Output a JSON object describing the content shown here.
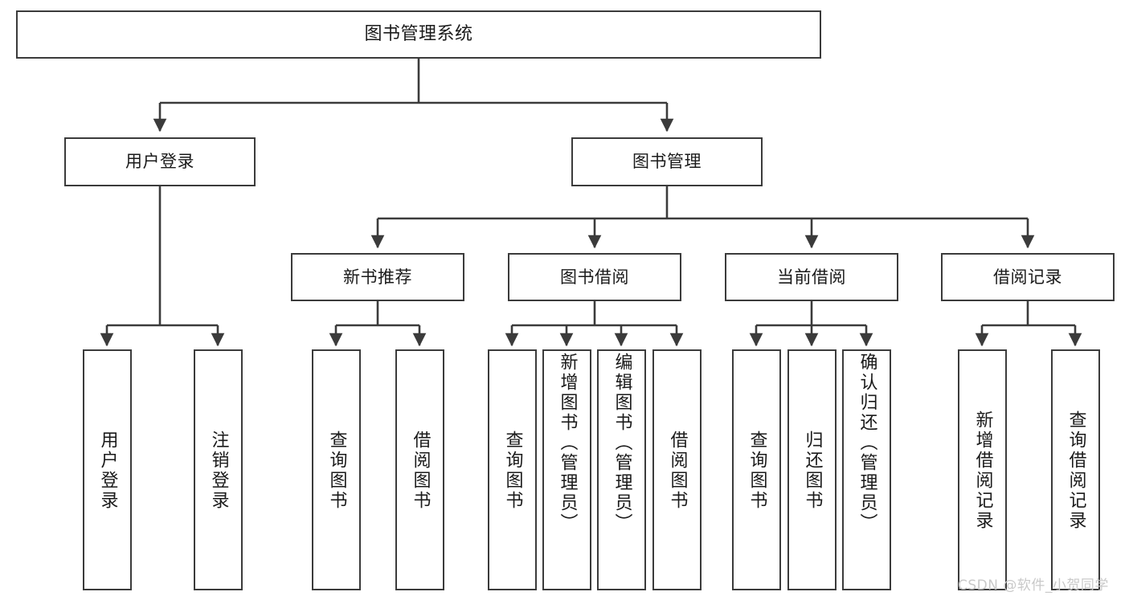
{
  "diagram": {
    "title": "图书管理系统",
    "type": "tree",
    "watermark": "CSDN @软件_小贺同学",
    "colors": {
      "box_border": "#3b3b3b",
      "box_fill": "#ffffff",
      "edge": "#3b3b3b",
      "text": "#1a1a1a",
      "watermark": "#c9c9c9",
      "background": "#ffffff"
    },
    "nodes": {
      "root": {
        "label": "图书管理系统"
      },
      "level1": [
        {
          "id": "user-login",
          "label": "用户登录"
        },
        {
          "id": "book-manage",
          "label": "图书管理"
        }
      ],
      "level2": [
        {
          "id": "new-book-rec",
          "label": "新书推荐"
        },
        {
          "id": "book-borrow",
          "label": "图书借阅"
        },
        {
          "id": "current-borrow",
          "label": "当前借阅"
        },
        {
          "id": "borrow-record",
          "label": "借阅记录"
        }
      ],
      "leaves": {
        "user-login": [
          {
            "id": "leaf-user-login",
            "label": "用户登录"
          },
          {
            "id": "leaf-user-logout",
            "label": "注销登录"
          }
        ],
        "new-book-rec": [
          {
            "id": "leaf-query-book-1",
            "label": "查询图书"
          },
          {
            "id": "leaf-borrow-book-1",
            "label": "借阅图书"
          }
        ],
        "book-borrow": [
          {
            "id": "leaf-query-book-2",
            "label": "查询图书"
          },
          {
            "id": "leaf-add-book",
            "label": "新增图书（管理员）"
          },
          {
            "id": "leaf-edit-book",
            "label": "编辑图书（管理员）"
          },
          {
            "id": "leaf-borrow-book-2",
            "label": "借阅图书"
          }
        ],
        "current-borrow": [
          {
            "id": "leaf-query-book-3",
            "label": "查询图书"
          },
          {
            "id": "leaf-return-book",
            "label": "归还图书"
          },
          {
            "id": "leaf-confirm-return",
            "label": "确认归还（管理员）"
          }
        ],
        "borrow-record": [
          {
            "id": "leaf-add-record",
            "label": "新增借阅记录"
          },
          {
            "id": "leaf-query-record",
            "label": "查询借阅记录"
          }
        ]
      }
    }
  }
}
